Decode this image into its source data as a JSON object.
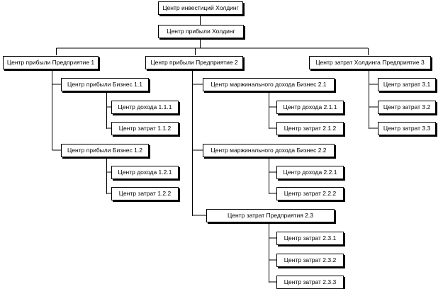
{
  "colors": {
    "line": "#000000",
    "box_fill": "#ffffff",
    "box_border": "#000000"
  },
  "nodes": {
    "investment_center": "Центр инвестиций Холдинг",
    "profit_holding": "Центр прибыли Холдинг",
    "e1": "Центр прибыли Предприятие 1",
    "e2": "Центр прибыли Предприятие 2",
    "e3": "Центр затрат Холдинга Предприятие 3",
    "b11": "Центр прибыли Бизнес 1.1",
    "b111": "Центр дохода 1.1.1",
    "b112": "Центр затрат 1.1.2",
    "b12": "Центр прибыли Бизнес 1.2",
    "b121": "Центр дохода 1.2.1",
    "b122": "Центр затрат 1.2.2",
    "b21": "Центр маржинального дохода Бизнес 2.1",
    "b211": "Центр дохода 2.1.1",
    "b212": "Центр затрат 2.1.2",
    "b22": "Центр маржинального дохода Бизнес 2.2",
    "b221": "Центр дохода 2.2.1",
    "b222": "Центр затрат 2.2.2",
    "b23": "Центр затрат Предприятия 2.3",
    "b231": "Центр затрат 2.3.1",
    "b232": "Центр затрат 2.3.2",
    "b233": "Центр затрат 2.3.3",
    "b31": "Центр затрат 3.1",
    "b32": "Центр затрат 3.2",
    "b33": "Центр затрат 3.3"
  }
}
